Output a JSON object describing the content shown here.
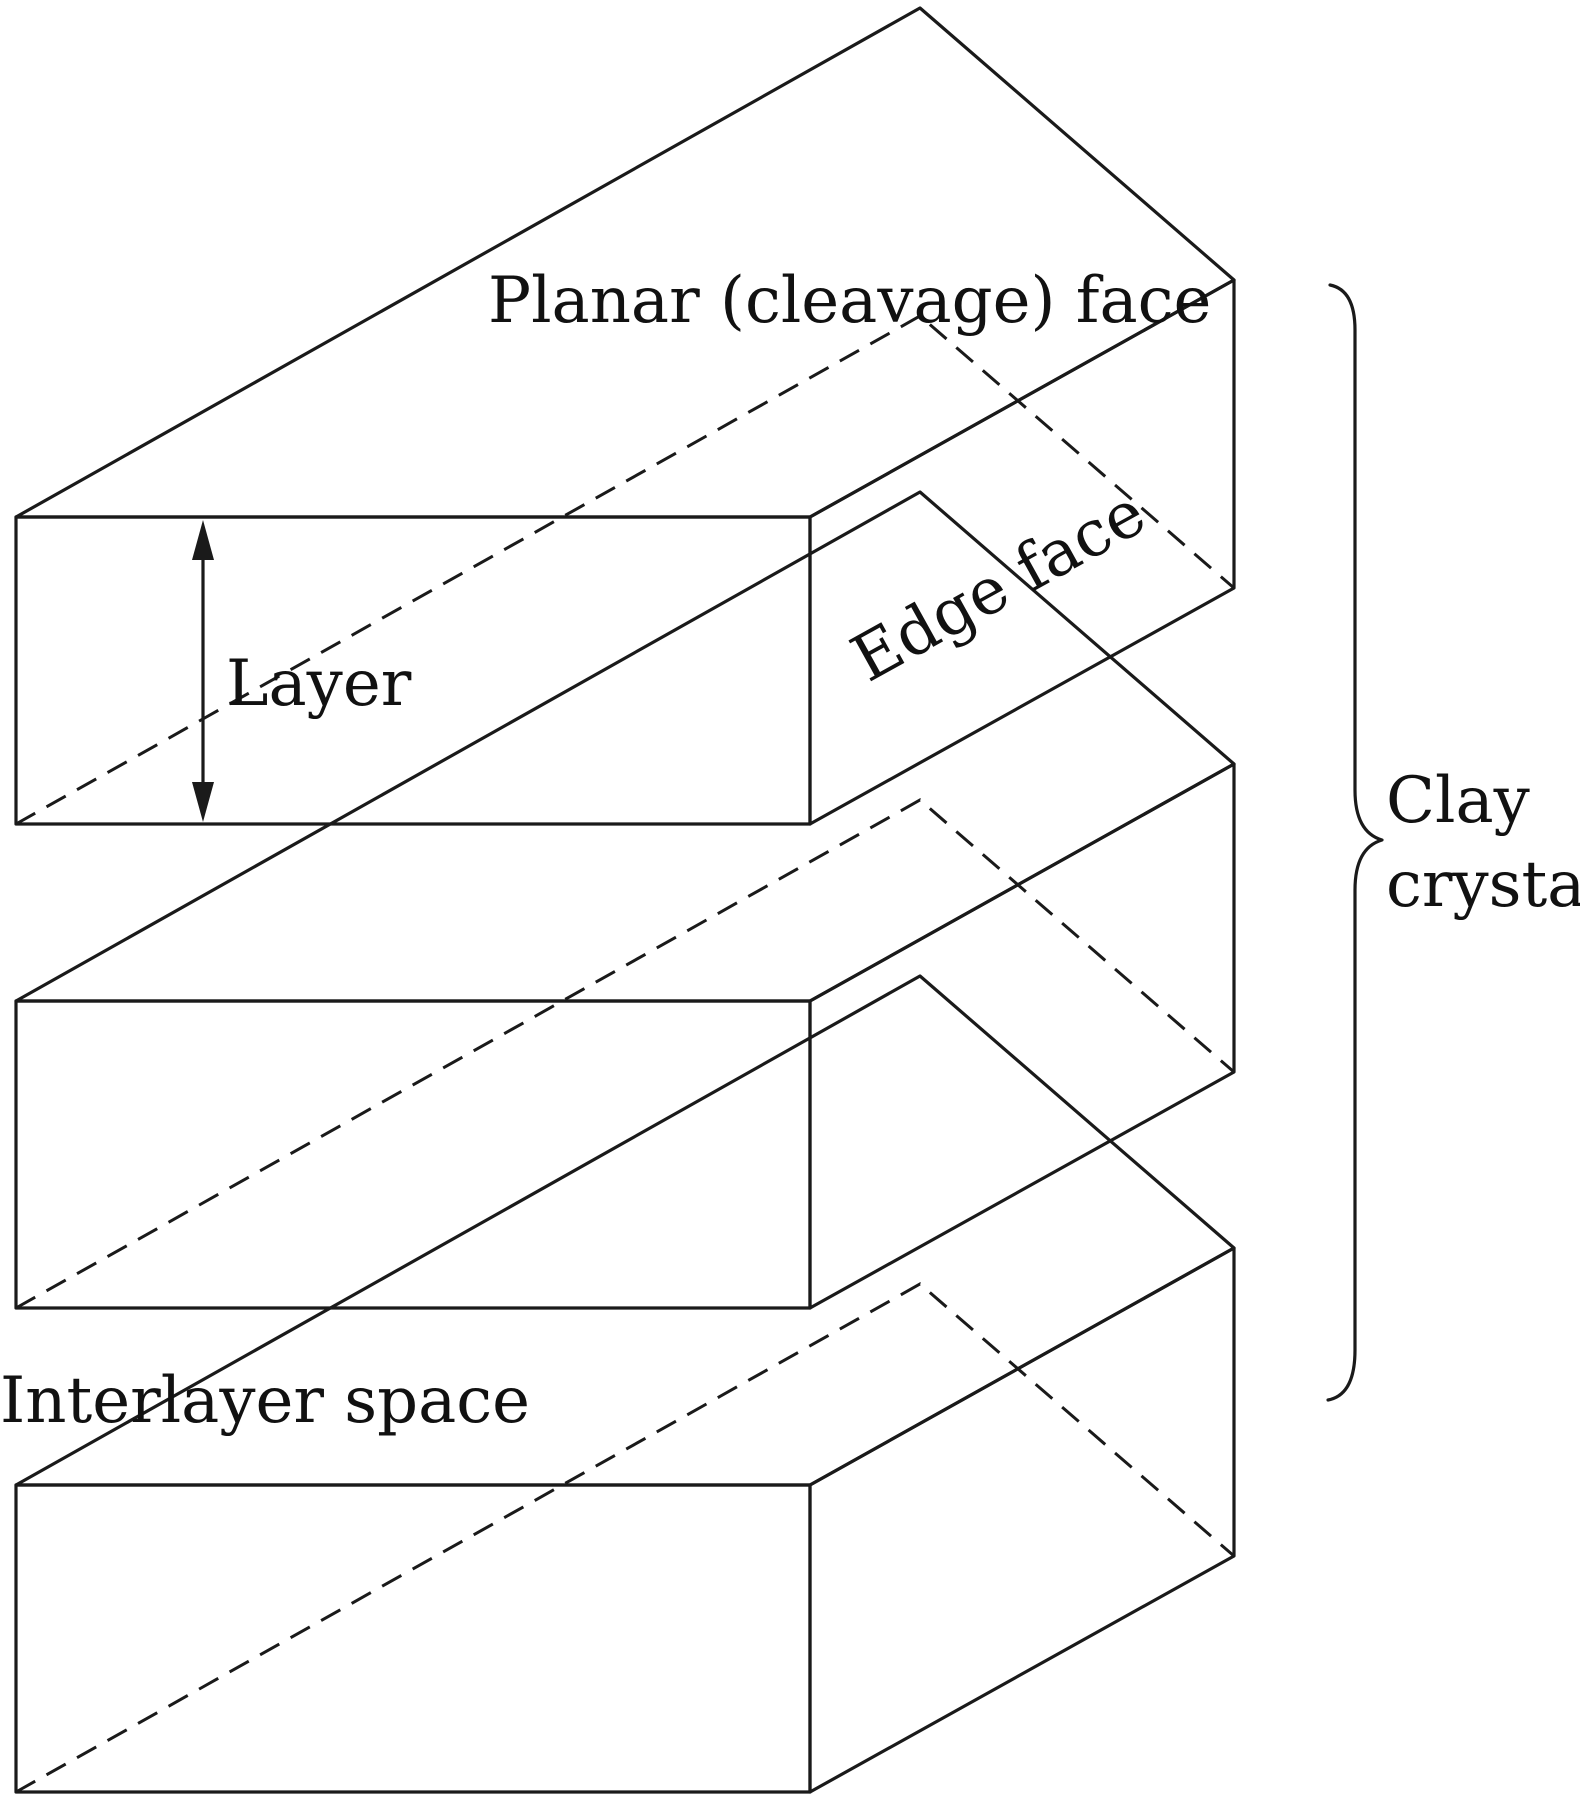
{
  "labels": {
    "planar_face": "Planar (cleavage) face",
    "edge_face": "Edge face",
    "layer": "Layer",
    "clay_line1": "Clay",
    "clay_line2": "crystal",
    "interlayer": "Interlayer space"
  },
  "structure": {
    "layer_count": 3
  }
}
